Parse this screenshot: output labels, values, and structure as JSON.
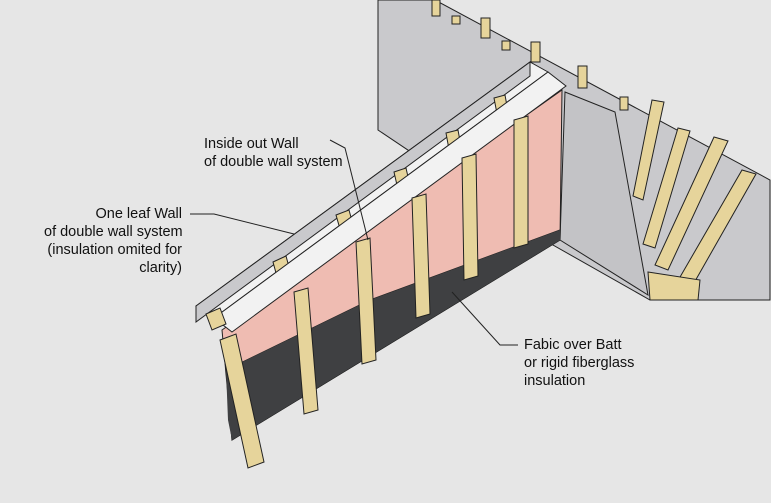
{
  "labels": {
    "inside_out_wall": [
      "Inside out Wall",
      "of double wall system"
    ],
    "one_leaf_wall": [
      "One leaf Wall",
      "of double wall system",
      "(insulation omited for",
      "clarity)"
    ],
    "fabric_insulation": [
      "Fabic over Batt",
      "or rigid fiberglass",
      "insulation"
    ]
  },
  "colors": {
    "background": "#e6e6e6",
    "board": "#c9c9cc",
    "board_edge": "#f2f2f2",
    "stud": "#e6d49b",
    "stud_shade": "#c7b27a",
    "insulation": "#efbcb2",
    "fabric": "#3f4042",
    "outline": "#222222"
  }
}
